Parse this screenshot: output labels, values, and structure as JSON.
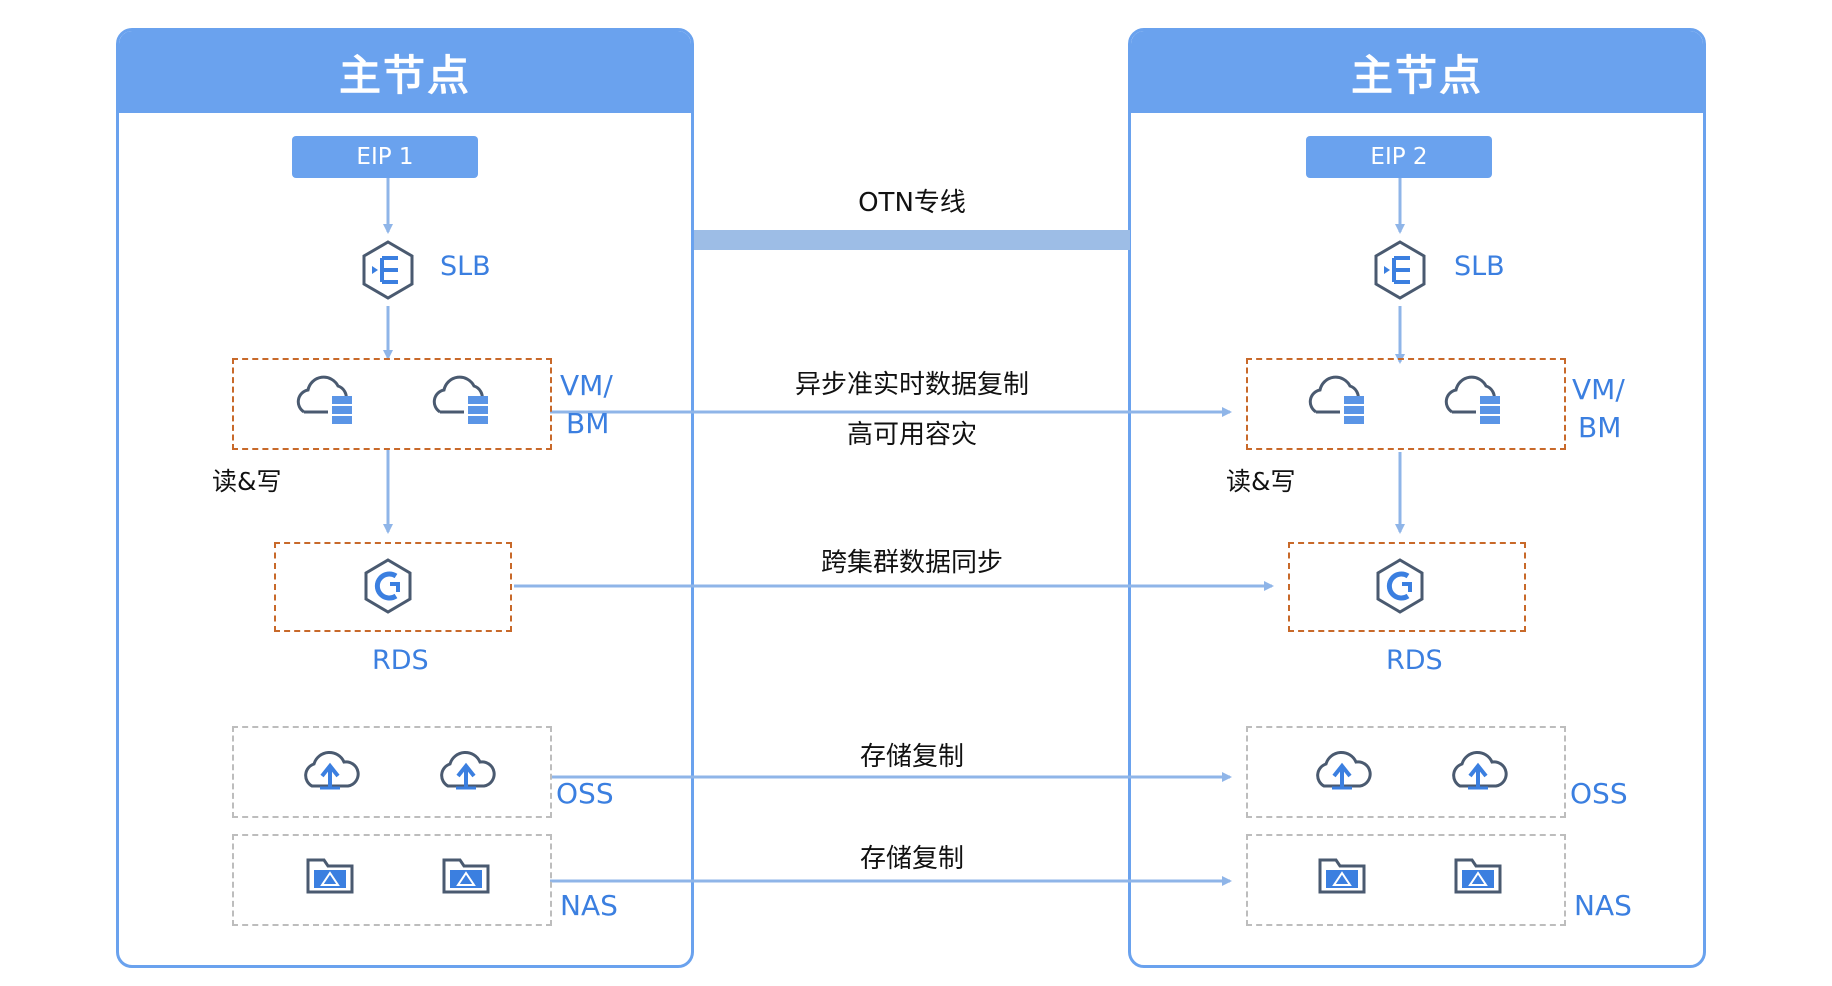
{
  "left": {
    "title": "主节点",
    "eip": "EIP 1",
    "slb": "SLB",
    "vm_line1": "VM/",
    "vm_line2": "BM",
    "rw": "读&写",
    "rds": "RDS",
    "oss": "OSS",
    "nas": "NAS"
  },
  "right": {
    "title": "主节点",
    "eip": "EIP 2",
    "slb": "SLB",
    "vm_line1": "VM/",
    "vm_line2": "BM",
    "rw": "读&写",
    "rds": "RDS",
    "oss": "OSS",
    "nas": "NAS"
  },
  "links": {
    "otn": "OTN专线",
    "vm_repl_1": "异步准实时数据复制",
    "vm_repl_2": "高可用容灾",
    "rds_sync": "跨集群数据同步",
    "oss_repl": "存储复制",
    "nas_repl": "存储复制"
  },
  "colors": {
    "accent": "#6aa2ee",
    "label_blue": "#3b7fe0",
    "arrow": "#8fb5e8",
    "dash_orange": "#c8692a",
    "dash_gray": "#bdbdbd",
    "otn_bar": "#9dbde6"
  },
  "icons": [
    "slb-icon",
    "vm-cloud-server-icon",
    "rds-icon",
    "oss-cloud-upload-icon",
    "nas-folder-icon"
  ]
}
